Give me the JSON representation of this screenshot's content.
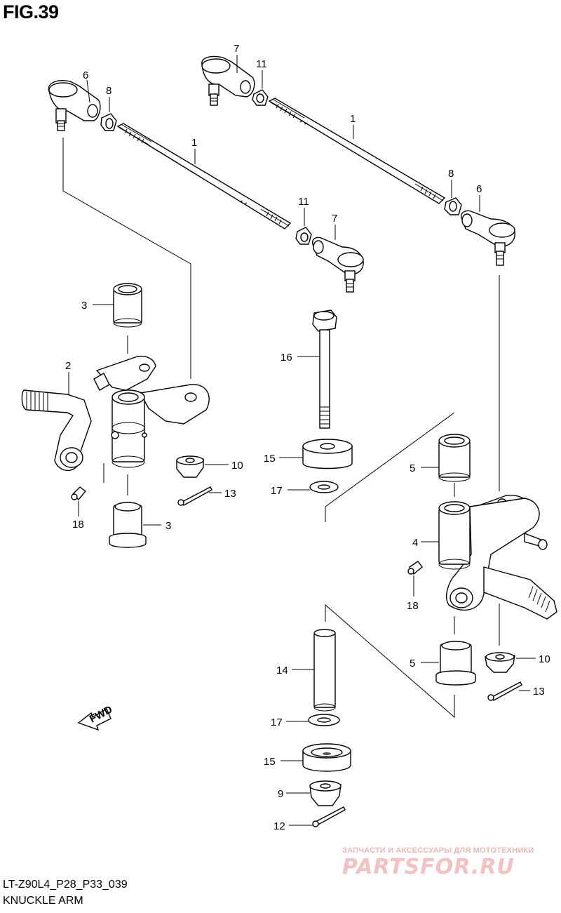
{
  "header": {
    "figure_label": "FIG.39"
  },
  "footer": {
    "reference_code": "LT-Z90L4_P28_P33_039",
    "caption": "KNUCKLE ARM"
  },
  "watermark": {
    "tagline": "ЗАПЧАСТИ И АКСЕССУАРЫ ДЛЯ МОТОТЕХНИКИ",
    "logo_text": "PARTSFOR.RU"
  },
  "direction_marker": {
    "text": "FWD",
    "icon": "arrow-icon"
  },
  "callouts": [
    {
      "id": "c6a",
      "number": "6"
    },
    {
      "id": "c8a",
      "number": "8"
    },
    {
      "id": "c7a",
      "number": "7"
    },
    {
      "id": "c11a",
      "number": "11"
    },
    {
      "id": "c1a",
      "number": "1"
    },
    {
      "id": "c1b",
      "number": "1"
    },
    {
      "id": "c8b",
      "number": "8"
    },
    {
      "id": "c6b",
      "number": "6"
    },
    {
      "id": "c11b",
      "number": "11"
    },
    {
      "id": "c7b",
      "number": "7"
    },
    {
      "id": "c3a",
      "number": "3"
    },
    {
      "id": "c2",
      "number": "2"
    },
    {
      "id": "c16",
      "number": "16"
    },
    {
      "id": "c15a",
      "number": "15"
    },
    {
      "id": "c10a",
      "number": "10"
    },
    {
      "id": "c17a",
      "number": "17"
    },
    {
      "id": "c13a",
      "number": "13"
    },
    {
      "id": "c5a",
      "number": "5"
    },
    {
      "id": "c18a",
      "number": "18"
    },
    {
      "id": "c3b",
      "number": "3"
    },
    {
      "id": "c4",
      "number": "4"
    },
    {
      "id": "c18b",
      "number": "18"
    },
    {
      "id": "c14",
      "number": "14"
    },
    {
      "id": "c5b",
      "number": "5"
    },
    {
      "id": "c10b",
      "number": "10"
    },
    {
      "id": "c13b",
      "number": "13"
    },
    {
      "id": "c17b",
      "number": "17"
    },
    {
      "id": "c15b",
      "number": "15"
    },
    {
      "id": "c9",
      "number": "9"
    },
    {
      "id": "c12",
      "number": "12"
    }
  ]
}
